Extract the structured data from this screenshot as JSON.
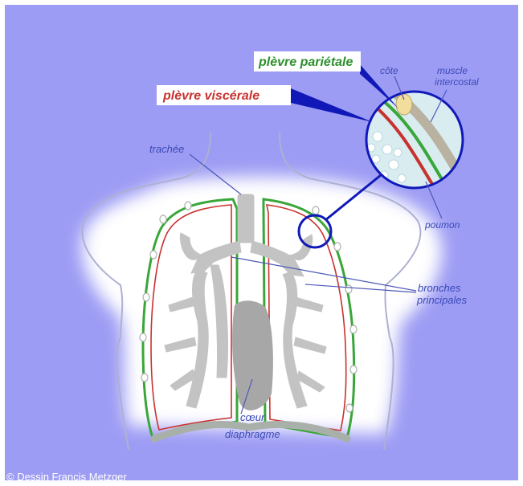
{
  "labels": {
    "plevre_parietale": "plèvre pariétale",
    "plevre_viscerale": "plèvre viscérale",
    "cote": "côte",
    "muscle_line1": "muscle",
    "muscle_line2": "intercostal",
    "trachee": "trachée",
    "poumon": "poumon",
    "bronches_line1": "bronches",
    "bronches_line2": "principales",
    "coeur": "cœur",
    "diaphragme": "diaphragme"
  },
  "credit": "© Dessin Francis Metzger",
  "colors": {
    "background": "#9d9cf4",
    "body_glow": "#ffffff",
    "bronchi": "#c3c3c3",
    "parietal_green": "#3aa63a",
    "visceral_red": "#c8322e",
    "callout_blue": "#1019b8",
    "label_blue": "#3b4ab8"
  }
}
